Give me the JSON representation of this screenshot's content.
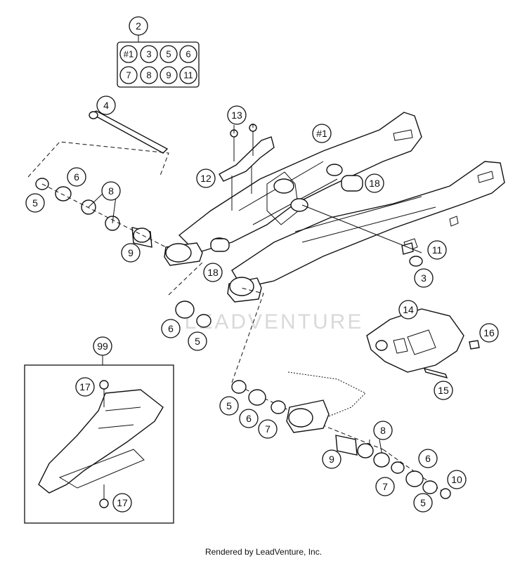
{
  "watermark": "LEADVENTURE",
  "footer": "Rendered by LeadVenture, Inc.",
  "kit": {
    "label": "2",
    "cells": [
      "#1",
      "3",
      "5",
      "6",
      "7",
      "8",
      "9",
      "11"
    ]
  },
  "callouts": {
    "swingarm": "#1",
    "bushing_3": "3",
    "axle_4": "4",
    "seal_left_5": "5",
    "ring_left_6": "6",
    "bearing_left_8": "8",
    "sleeve_left_9": "9",
    "guard_12": "12",
    "screw_13": "13",
    "slider_18_top": "18",
    "part_11": "11",
    "slider_18_bottom": "18",
    "ring_mid_6": "6",
    "seal_mid_5": "5",
    "guide_14": "14",
    "nut_16": "16",
    "bolt_15": "15",
    "kit_99": "99",
    "screw_17_top": "17",
    "screw_17_bottom": "17",
    "seal_r1_5": "5",
    "ring_r1_6": "6",
    "washer_r1_7": "7",
    "bearing_r_8": "8",
    "sleeve_r_9": "9",
    "washer_r2_7": "7",
    "ring_r2_6": "6",
    "seal_r2_5": "5",
    "nut_10": "10"
  }
}
